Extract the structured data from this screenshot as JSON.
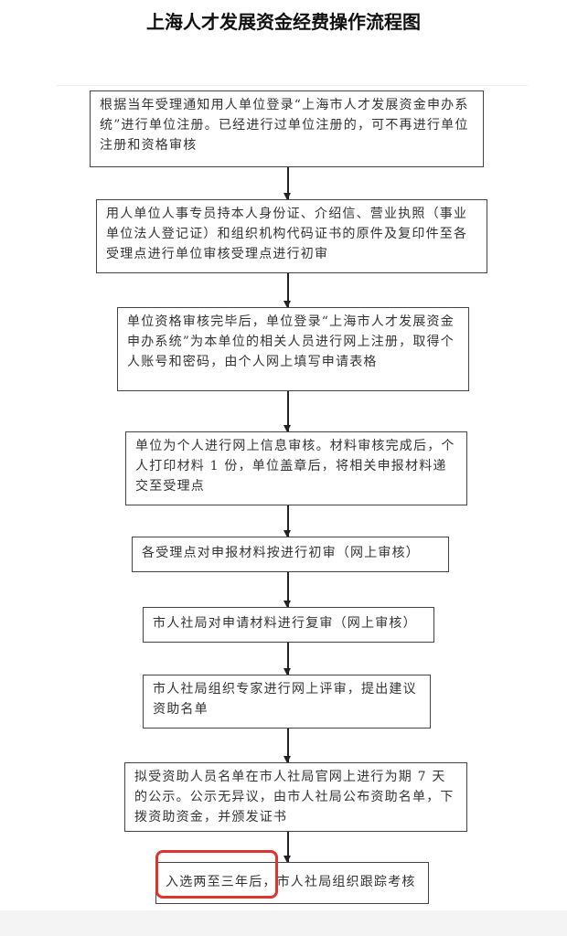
{
  "title": "上海人才发展资金经费操作流程图",
  "steps": [
    "根据当年受理通知用人单位登录“上海市人才发展资金申办系统”进行单位注册。已经进行过单位注册的，可不再进行单位注册和资格审核",
    "用人单位人事专员持本人身份证、介绍信、营业执照（事业单位法人登记证）和组织机构代码证书的原件及复印件至各受理点进行单位审核受理点进行初审",
    "单位资格审核完毕后，单位登录“上海市人才发展资金申办系统”为本单位的相关人员进行网上注册，取得个人账号和密码，由个人网上填写申请表格",
    "单位为个人进行网上信息审核。材料审核完成后，个人打印材料 1 份，单位盖章后，将相关申报材料递交至受理点",
    "各受理点对申报材料按进行初审（网上审核）",
    "市人社局对申请材料进行复审（网上审核）",
    "市人社局组织专家进行网上评审，提出建议资助名单",
    "拟受资助人员名单在市人社局官网上进行为期 7 天的公示。公示无异议，由市人社局公布资助名单，下拨资助资金，并颁发证书",
    "入选两至三年后，市人社局组织跟踪考核"
  ],
  "highlight_color": "#e0332b"
}
